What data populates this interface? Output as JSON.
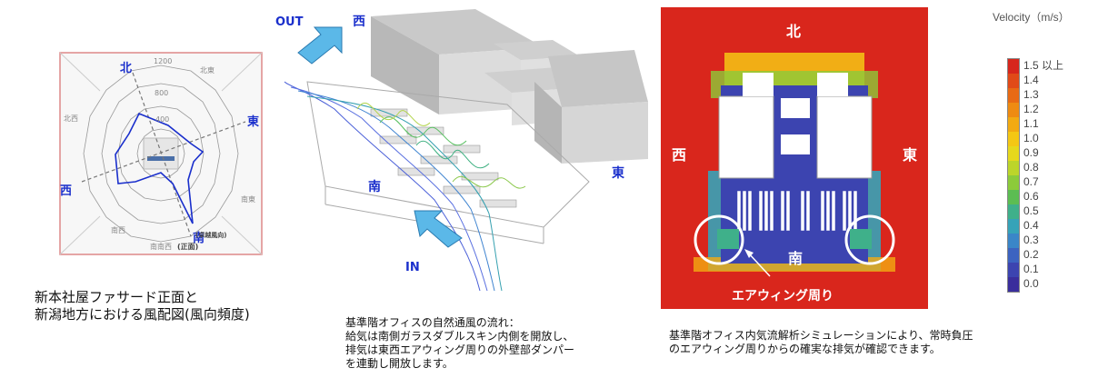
{
  "rose": {
    "north": "北",
    "east": "東",
    "west": "西",
    "south": "南",
    "northeast": "北東",
    "northwest": "北西",
    "southeast": "南東",
    "southwest": "南西",
    "ssw": "南南西",
    "front_note": "(正面)",
    "prevailing_note": "(卓越風向)",
    "ticks": [
      "1200",
      "800",
      "400"
    ],
    "line_color": "#1a2fcc",
    "caption": "新本社屋ファサード正面と\n新潟地方における風配図(風向頻度)"
  },
  "flow": {
    "out_label": "OUT",
    "in_label": "IN",
    "west": "西",
    "south": "南",
    "east": "東",
    "arrow_color": "#5bb8e8",
    "caption": "基準階オフィスの自然通風の流れ：\n給気は南側ガラスダブルスキン内側を開放し、\n排気は東西エアウィング周りの外壁部ダンパー\nを連動し開放します。"
  },
  "cfd": {
    "north": "北",
    "west": "西",
    "east": "東",
    "south": "南",
    "airwing_label": "エアウィング周り",
    "caption": "基準階オフィス内気流解析シミュレーションにより、常時負圧\nのエアウィング周りからの確実な排気が確認できます。",
    "legend_title": "Velocity（m/s）",
    "legend_labels": [
      "1.5 以上",
      "1.4",
      "1.3",
      "1.2",
      "1.1",
      "1.0",
      "0.9",
      "0.8",
      "0.7",
      "0.6",
      "0.5",
      "0.4",
      "0.3",
      "0.2",
      "0.1",
      "0.0"
    ],
    "legend_colors": [
      "#d7261c",
      "#e14a18",
      "#e86a14",
      "#ee8b12",
      "#f2aa12",
      "#f4c714",
      "#e6d81c",
      "#bcd52a",
      "#8ccb3a",
      "#5cbd52",
      "#3fb08a",
      "#36a3b8",
      "#3a86c8",
      "#3c63c0",
      "#3c44b0",
      "#3a2e9c"
    ]
  }
}
